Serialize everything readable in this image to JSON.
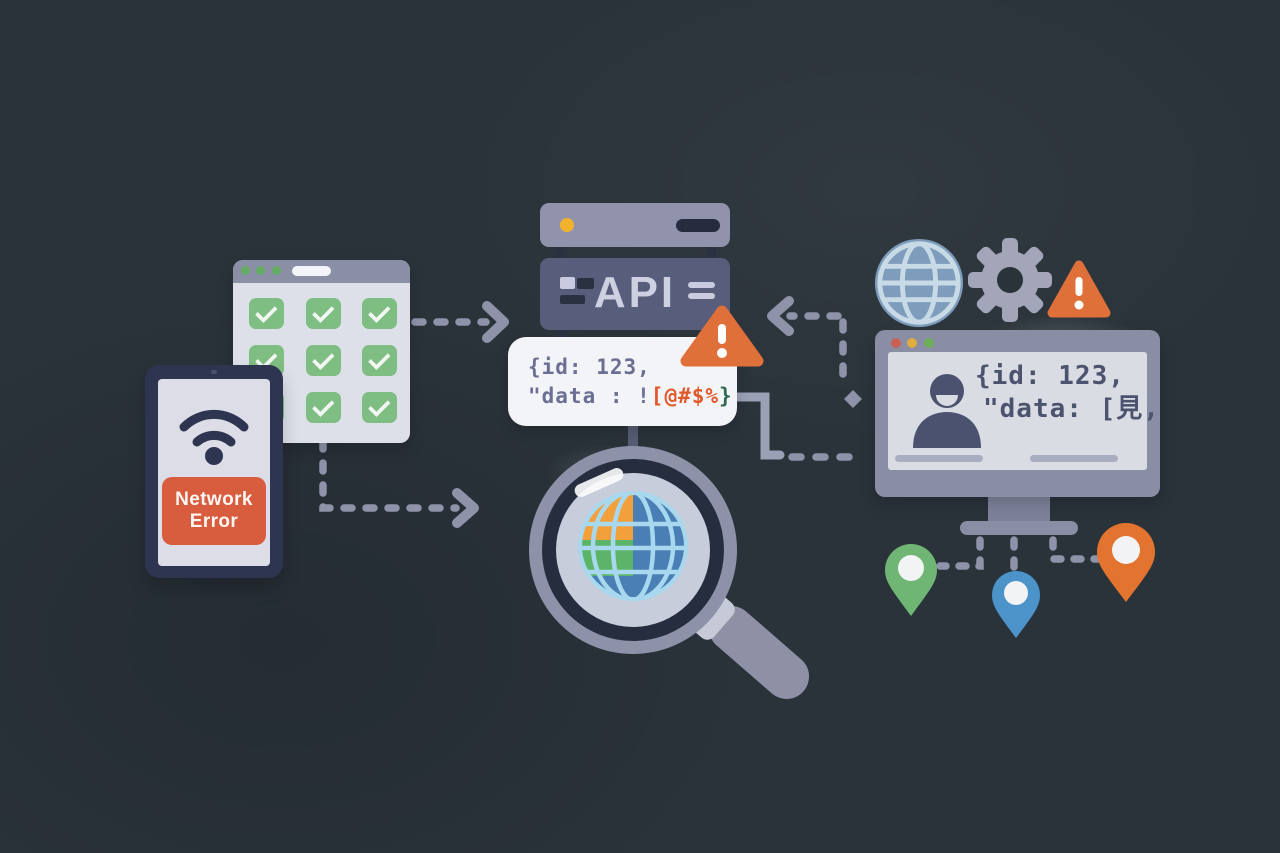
{
  "background_color": "#2a323a",
  "phone": {
    "button_line1": "Network",
    "button_line2": "Error",
    "button_color": "#d85c3e"
  },
  "checklist_window": {
    "checked_count": 9,
    "check_color": "#7fbe82"
  },
  "server": {
    "label": "API"
  },
  "api_response_card": {
    "line1": "{id: 123,",
    "line2_prefix": "\"data : !",
    "line2_error": "[@#$%",
    "line2_suffix": "}",
    "error_color": "#e2582a"
  },
  "monitor": {
    "code_line1": "{id: 123,",
    "code_line2": "\"data: [見,"
  },
  "colors": {
    "warning_orange": "#e0703a",
    "pin_green": "#6fb573",
    "pin_blue": "#4b93c9",
    "pin_orange": "#e2742f",
    "globe_blue": "#4a7fb5",
    "connector_gray": "#8e93aa"
  }
}
